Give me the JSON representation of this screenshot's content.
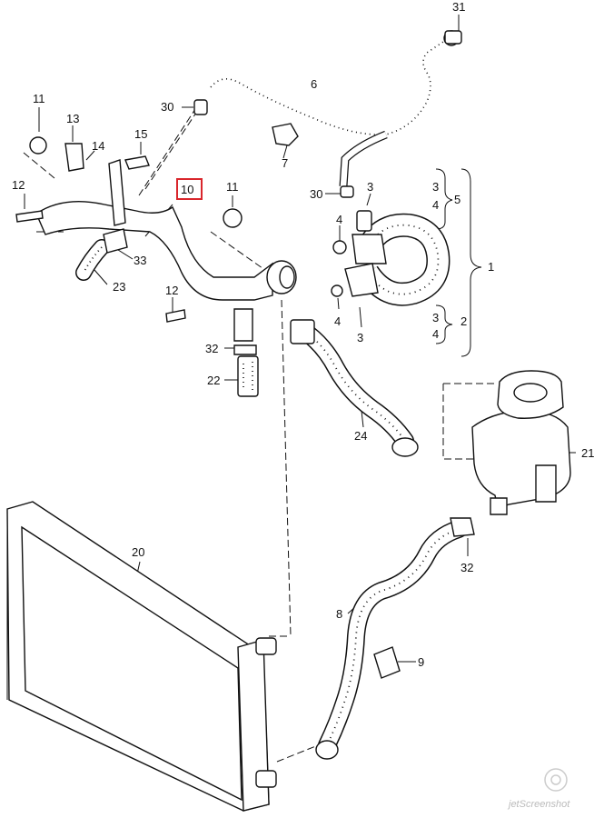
{
  "labels": {
    "l31": "31",
    "l6": "6",
    "l11a": "11",
    "l30a": "30",
    "l13": "13",
    "l15": "15",
    "l14": "14",
    "l7": "7",
    "l10": "10",
    "l12a": "12",
    "l11b": "11",
    "l30b": "30",
    "l3a": "3",
    "l3b": "3",
    "l4a": "4",
    "l5": "5",
    "l4b": "4",
    "l33": "33",
    "l1": "1",
    "l23": "23",
    "l12b": "12",
    "l4c": "4",
    "l3c": "3",
    "l2": "2",
    "l4d": "4",
    "l3d": "3",
    "l32a": "32",
    "l22": "22",
    "l24": "24",
    "l21": "21",
    "l20": "20",
    "l32b": "32",
    "l8": "8",
    "l9": "9"
  },
  "highlighted_part": "10",
  "highlight_color": "#d9262c",
  "watermark": "jetScreenshot"
}
